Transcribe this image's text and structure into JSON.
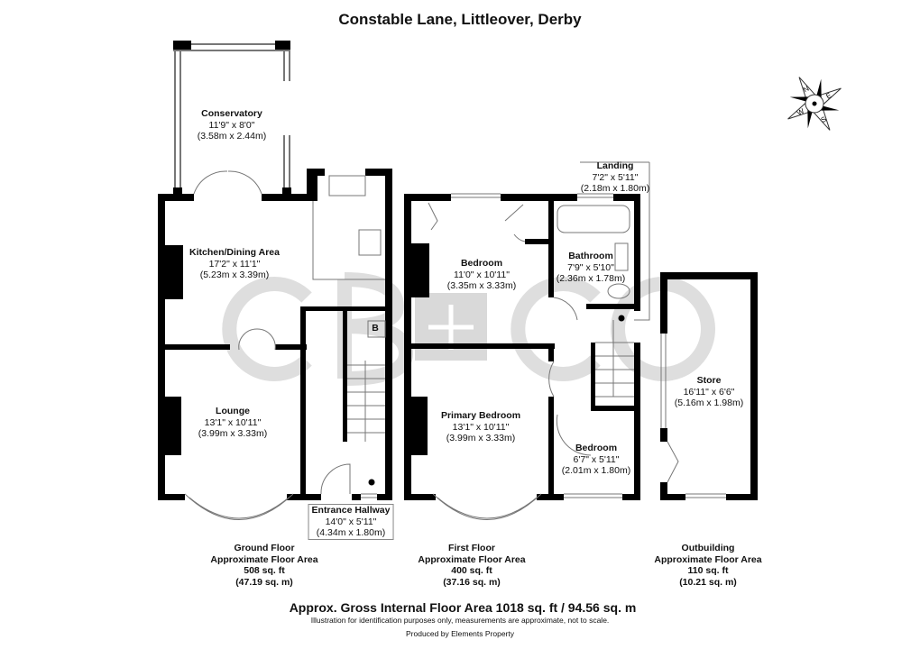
{
  "title": "Constable Lane, Littleover, Derby",
  "rooms": {
    "conservatory": {
      "name": "Conservatory",
      "imperial": "11'9\" x 8'0\"",
      "metric": "(3.58m x 2.44m)"
    },
    "kitchen": {
      "name": "Kitchen/Dining Area",
      "imperial": "17'2\" x 11'1\"",
      "metric": "(5.23m x 3.39m)"
    },
    "lounge": {
      "name": "Lounge",
      "imperial": "13'1\" x 10'11\"",
      "metric": "(3.99m x 3.33m)"
    },
    "hallway": {
      "name": "Entrance Hallway",
      "imperial": "14'0\" x 5'11\"",
      "metric": "(4.34m x 1.80m)"
    },
    "landing": {
      "name": "Landing",
      "imperial": "7'2\" x 5'11\"",
      "metric": "(2.18m x 1.80m)"
    },
    "bedroom2": {
      "name": "Bedroom",
      "imperial": "11'0\" x 10'11\"",
      "metric": "(3.35m x 3.33m)"
    },
    "bathroom": {
      "name": "Bathroom",
      "imperial": "7'9\" x 5'10\"",
      "metric": "(2.36m x 1.78m)"
    },
    "primary": {
      "name": "Primary Bedroom",
      "imperial": "13'1\" x 10'11\"",
      "metric": "(3.99m x 3.33m)"
    },
    "bedroom3": {
      "name": "Bedroom",
      "imperial": "6'7\" x 5'11\"",
      "metric": "(2.01m x 1.80m)"
    },
    "store": {
      "name": "Store",
      "imperial": "16'11\" x 6'6\"",
      "metric": "(5.16m x 1.98m)"
    },
    "boiler": "B"
  },
  "floors": [
    {
      "name": "Ground Floor",
      "label": "Approximate Floor Area",
      "sqft": "508 sq. ft",
      "sqm": "(47.19 sq. m)"
    },
    {
      "name": "First Floor",
      "label": "Approximate Floor Area",
      "sqft": "400 sq. ft",
      "sqm": "(37.16 sq. m)"
    },
    {
      "name": "Outbuilding",
      "label": "Approximate Floor Area",
      "sqft": "110 sq. ft",
      "sqm": "(10.21 sq. m)"
    }
  ],
  "gross": "Approx. Gross Internal Floor Area 1018 sq. ft / 94.56 sq. m",
  "disclaimer": "Illustration for identification purposes only, measurements are approximate, not to scale.",
  "producer": "Produced by Elements Property",
  "compass": {
    "icon": "compass-rose-icon",
    "letters": [
      "N",
      "E",
      "S",
      "W"
    ]
  },
  "watermark": "CB+CO",
  "colors": {
    "wall": "#000000",
    "watermark": "#d9d9d9"
  }
}
